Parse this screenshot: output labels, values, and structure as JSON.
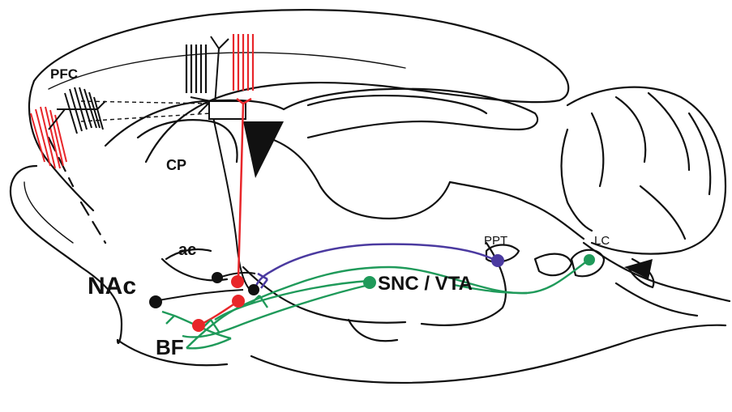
{
  "labels": {
    "pfc": "PFC",
    "cp": "CP",
    "ac": "ac",
    "nac": "NAc",
    "bf": "BF",
    "snc_vta": "SNC / VTA",
    "ppt": "PPT",
    "lc": "LC"
  },
  "colors": {
    "outline": "#111111",
    "red": "#e8262a",
    "green": "#1f9a5a",
    "purple": "#4b3aa0",
    "black": "#111111"
  }
}
